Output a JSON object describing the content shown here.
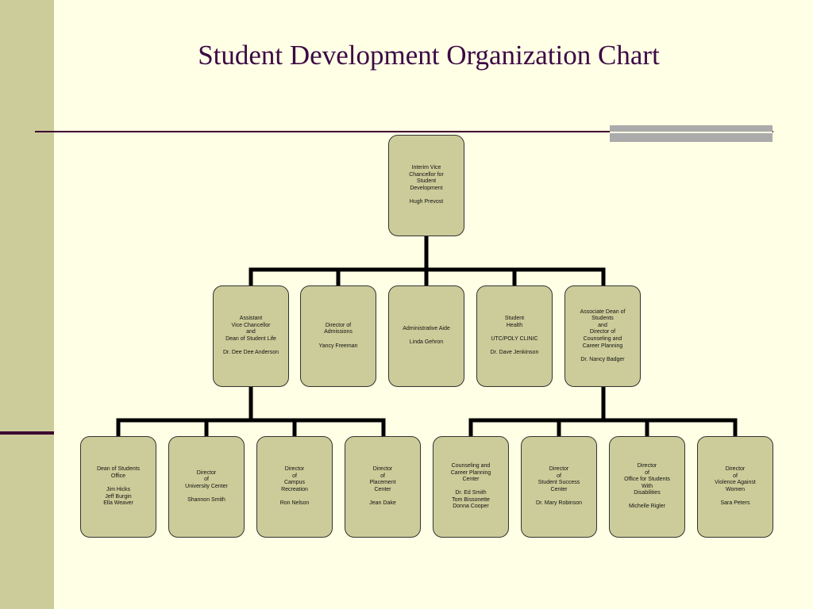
{
  "title": "Student Development Organization Chart",
  "nodes": {
    "root": "Interim Vice\nChancellor for\nStudent\nDevelopment\n\nHugh Prevost",
    "l1": [
      "Assistant\nVice Chancellor\nand\nDean of Student Life\n\nDr. Dee Dee Anderson",
      "Director of\nAdmissions\n\nYancy Freeman",
      "Administrative Aide\n\nLinda Gehron",
      "Student\nHealth\n\nUTC/POLY CLINIC\n\nDr. Dave Jenkinson",
      "Associate Dean of\nStudents\nand\nDirector of\nCounseling and\nCareer Planning\n\nDr. Nancy Badger"
    ],
    "l2_left": [
      "Dean of Students\nOffice\n\nJim Hicks\nJeff Burgin\nElla Weaver",
      "Director\nof\nUniversity Center\n\nShannon Smith",
      "Director\nof\nCampus\nRecreation\n\nRon Nelson",
      "Director\nof\nPlacement\nCenter\n\nJean Dake"
    ],
    "l2_right": [
      "Counseling and\nCareer Planning\nCenter\n\nDr. Ed Smith\nTom Bissonette\nDonna Cooper",
      "Director\nof\nStudent Success\nCenter\n\nDr. Mary Robinson",
      "Director\nof\nOffice for Students\nWith\nDisabilities\n\nMichelle Rigler",
      "Director\nof\nViolence Against\nWomen\n\nSara Peters"
    ]
  }
}
